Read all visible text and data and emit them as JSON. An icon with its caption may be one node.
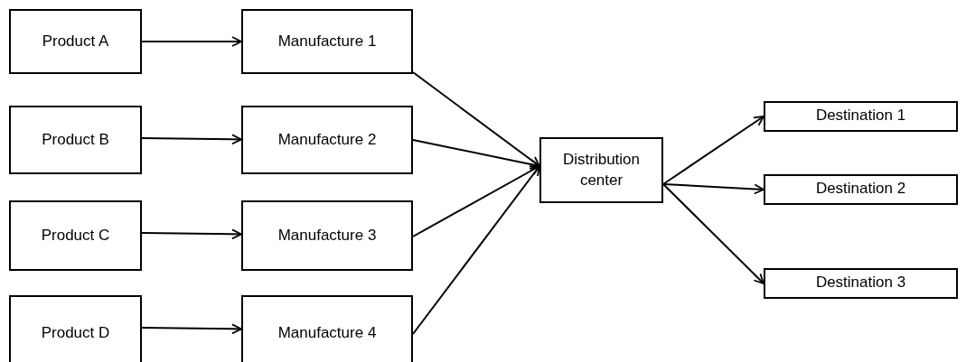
{
  "diagram": {
    "nodes": [
      {
        "text": [
          "Product A"
        ]
      },
      {
        "text": [
          "Manufacture 1"
        ]
      },
      {
        "text": [
          "Product B"
        ]
      },
      {
        "text": [
          "Manufacture 2"
        ]
      },
      {
        "text": [
          "Product C"
        ]
      },
      {
        "text": [
          "Manufacture 3"
        ]
      },
      {
        "text": [
          "Product D"
        ]
      },
      {
        "text": [
          "Manufacture 4"
        ]
      },
      {
        "text": [
          "Distribution center"
        ]
      },
      {
        "text": [
          "Destination 1"
        ]
      },
      {
        "text": [
          "Destination 2"
        ]
      },
      {
        "text": [
          "Destination 3"
        ]
      }
    ],
    "edges": [
      {
        "from": 0,
        "to": 1,
        "arrow": "to"
      },
      {
        "from": 2,
        "to": 3,
        "arrow": "to"
      },
      {
        "from": 4,
        "to": 5,
        "arrow": "to"
      },
      {
        "from": 6,
        "to": 7,
        "arrow": "to"
      },
      {
        "from": 1,
        "to": 8,
        "arrow": "to"
      },
      {
        "from": 3,
        "to": 8,
        "arrow": "to"
      },
      {
        "from": 5,
        "to": 8,
        "arrow": "to"
      },
      {
        "from": 7,
        "to": 8,
        "arrow": "to"
      },
      {
        "from": 8,
        "to": 9,
        "arrow": "to"
      },
      {
        "from": 8,
        "to": 10,
        "arrow": "to"
      },
      {
        "from": 8,
        "to": 11,
        "arrow": "to"
      }
    ]
  }
}
